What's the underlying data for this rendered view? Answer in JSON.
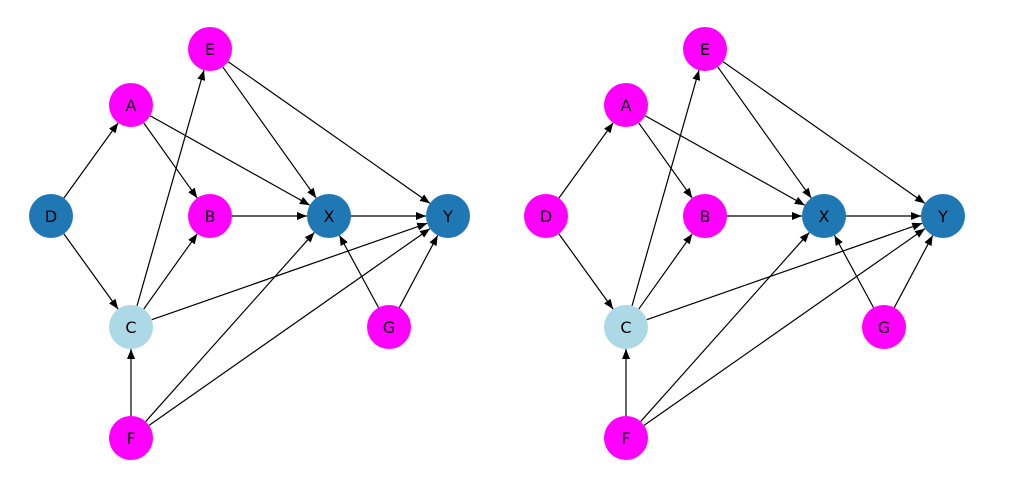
{
  "colors": {
    "magenta": "#ff00ff",
    "blue": "#1f77b4",
    "lightblue": "#add8e6",
    "edge": "#000000"
  },
  "graphs": [
    {
      "name": "left-graph",
      "nodes": [
        {
          "id": "D",
          "label": "D",
          "color": "blue"
        },
        {
          "id": "A",
          "label": "A",
          "color": "magenta"
        },
        {
          "id": "E",
          "label": "E",
          "color": "magenta"
        },
        {
          "id": "B",
          "label": "B",
          "color": "magenta"
        },
        {
          "id": "X",
          "label": "X",
          "color": "blue"
        },
        {
          "id": "Y",
          "label": "Y",
          "color": "blue"
        },
        {
          "id": "C",
          "label": "C",
          "color": "lightblue"
        },
        {
          "id": "G",
          "label": "G",
          "color": "magenta"
        },
        {
          "id": "F",
          "label": "F",
          "color": "magenta"
        }
      ]
    },
    {
      "name": "right-graph",
      "nodes": [
        {
          "id": "D",
          "label": "D",
          "color": "magenta"
        },
        {
          "id": "A",
          "label": "A",
          "color": "magenta"
        },
        {
          "id": "E",
          "label": "E",
          "color": "magenta"
        },
        {
          "id": "B",
          "label": "B",
          "color": "magenta"
        },
        {
          "id": "X",
          "label": "X",
          "color": "blue"
        },
        {
          "id": "Y",
          "label": "Y",
          "color": "blue"
        },
        {
          "id": "C",
          "label": "C",
          "color": "lightblue"
        },
        {
          "id": "G",
          "label": "G",
          "color": "magenta"
        },
        {
          "id": "F",
          "label": "F",
          "color": "magenta"
        }
      ]
    }
  ],
  "edges": [
    [
      "D",
      "A"
    ],
    [
      "D",
      "C"
    ],
    [
      "A",
      "B"
    ],
    [
      "A",
      "X"
    ],
    [
      "E",
      "X"
    ],
    [
      "E",
      "Y"
    ],
    [
      "B",
      "X"
    ],
    [
      "X",
      "Y"
    ],
    [
      "C",
      "B"
    ],
    [
      "C",
      "E"
    ],
    [
      "C",
      "Y"
    ],
    [
      "F",
      "C"
    ],
    [
      "F",
      "X"
    ],
    [
      "F",
      "Y"
    ],
    [
      "G",
      "X"
    ],
    [
      "G",
      "Y"
    ]
  ]
}
